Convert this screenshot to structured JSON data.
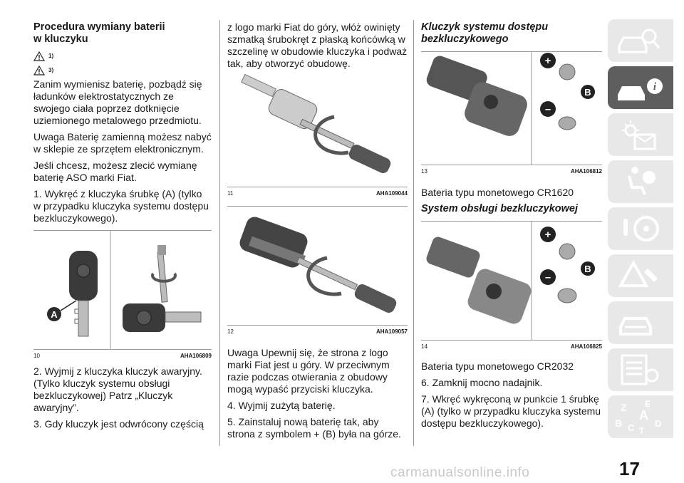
{
  "col1": {
    "heading": "Procedura wymiany baterii\nw kluczyku",
    "warn1": "1)",
    "warn2": "3)",
    "p1": "Zanim wymienisz baterię, pozbądź się ładunków elektrostatycznych ze swojego ciała poprzez dotknięcie uziemionego metalowego przedmiotu.",
    "p2": "Uwaga  Baterię zamienną możesz nabyć w sklepie ze sprzętem elektronicznym.",
    "p3": "Jeśli chcesz, możesz zlecić wymianę baterię ASO marki Fiat.",
    "p4": "1. Wykręć z kluczyka śrubkę (A) (tylko w przypadku kluczyka systemu dostępu bezkluczykowego).",
    "fig_num": "10",
    "fig_code": "AHA106809",
    "fig_letter": "A",
    "p5": "2. Wyjmij z kluczyka kluczyk awaryjny. (Tylko kluczyk systemu obsługi bezkluczykowej) Patrz „Kluczyk awaryjny”.",
    "p6": "3. Gdy kluczyk jest odwrócony częścią"
  },
  "col2": {
    "p1": "z logo marki Fiat do góry, włóż owinięty szmatką śrubokręt z płaską końcówką w szczelinę w obudowie kluczyka i podważ tak, aby otworzyć obudowę.",
    "fig1_num": "11",
    "fig1_code": "AHA109044",
    "fig2_num": "12",
    "fig2_code": "AHA109057",
    "p2": "Uwaga  Upewnij się, że strona z logo marki Fiat jest u góry. W przeciwnym razie podczas otwierania z obudowy mogą wypaść przyciski kluczyka.",
    "p3": "4. Wyjmij zużytą baterię.",
    "p4": "5. Zainstaluj nową baterię tak, aby strona z symbolem + (B) była na górze."
  },
  "col3": {
    "heading": "Kluczyk systemu dostępu\nbezkluczykowego",
    "fig1_num": "13",
    "fig1_code": "AHA106812",
    "fig_plus": "+",
    "fig_minus": "–",
    "fig_b": "B",
    "p1": "Bateria typu monetowego CR1620",
    "heading2": "System obsługi bezkluczykowej",
    "fig2_num": "14",
    "fig2_code": "AHA106825",
    "p2": "Bateria typu monetowego CR2032",
    "p3": "6. Zamknij mocno nadajnik.",
    "p4": "7. Wkręć wykręconą w punkcie 1 śrubkę (A) (tylko w przypadku kluczyka systemu dostępu bezkluczykowego)."
  },
  "tabs": [
    {
      "icon": "car-search-icon"
    },
    {
      "icon": "car-info-icon"
    },
    {
      "icon": "dashboard-lights-icon"
    },
    {
      "icon": "airbag-seat-icon"
    },
    {
      "icon": "steering-wheel-icon"
    },
    {
      "icon": "breakdown-triangle-icon"
    },
    {
      "icon": "car-service-icon"
    },
    {
      "icon": "technical-data-icon"
    },
    {
      "icon": "alphabetical-index-icon"
    }
  ],
  "tab_letters": {
    "z": "Z",
    "e": "E",
    "b": "B",
    "c": "C",
    "t": "T",
    "d": "D",
    "a": "A"
  },
  "page_number": "17",
  "watermark": "carmanualsonline.info",
  "colors": {
    "tab_bg": "#e8e8e8",
    "tab_active": "#5e5e5e",
    "rule": "#999999"
  }
}
